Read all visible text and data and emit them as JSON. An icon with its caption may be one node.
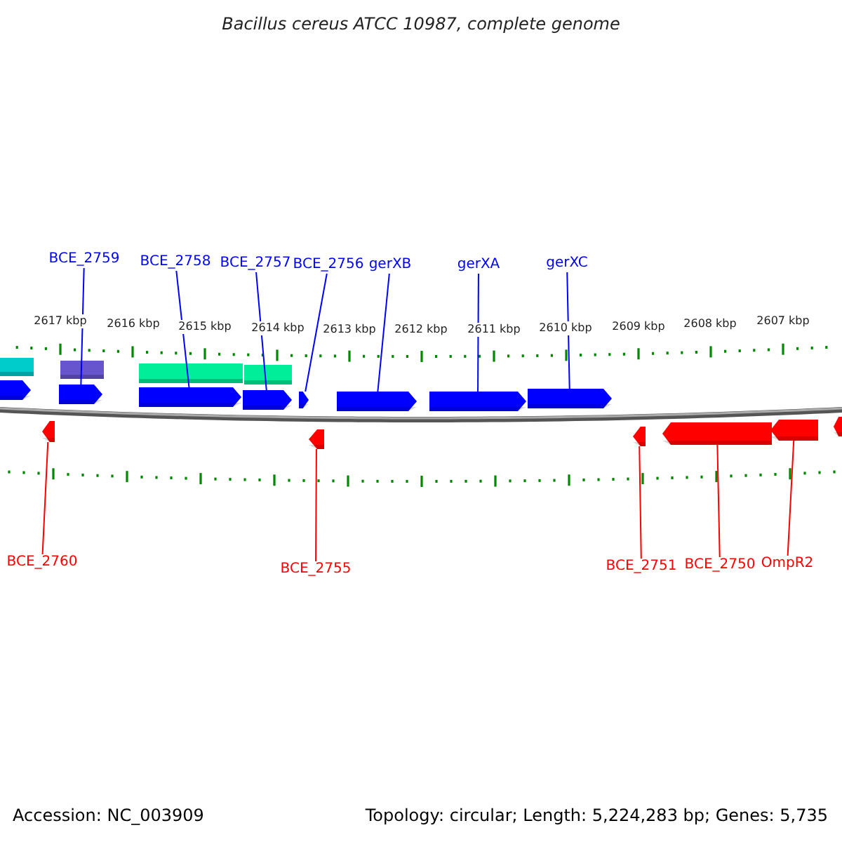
{
  "diagram": {
    "title": "Bacillus cereus ATCC 10987, complete genome",
    "nodes": [
      {
        "text": [
          "BCE_2759"
        ]
      },
      {
        "text": [
          "BCE_2758"
        ]
      },
      {
        "text": [
          "BCE_2757"
        ]
      },
      {
        "text": [
          "BCE_2756"
        ]
      },
      {
        "text": [
          "gerXB"
        ]
      },
      {
        "text": [
          "gerXA"
        ]
      },
      {
        "text": [
          "gerXC"
        ]
      },
      {
        "text": [],
        "shape": "bar"
      },
      {
        "text": [],
        "shape": "bar"
      },
      {
        "text": [],
        "shape": "bar"
      },
      {
        "text": [],
        "shape": "bar"
      },
      {
        "text": [],
        "shape": "bar"
      },
      {
        "text": [],
        "shape": "bar"
      },
      {
        "text": [],
        "shape": "bar"
      },
      {
        "text": [],
        "shape": "bar"
      },
      {
        "text": [],
        "shape": "bar"
      },
      {
        "text": [],
        "shape": "bar"
      },
      {
        "text": [],
        "shape": "bar"
      },
      {
        "text": [],
        "shape": "bar"
      },
      {
        "text": [
          "BCE_2760"
        ]
      },
      {
        "text": [
          "BCE_2755"
        ]
      },
      {
        "text": [
          "BCE_2751"
        ]
      },
      {
        "text": [
          "BCE_2750"
        ]
      },
      {
        "text": [
          "OmpR2"
        ]
      }
    ],
    "edges": [
      {
        "from": 0,
        "to": 7,
        "arrow": "none"
      },
      {
        "from": 1,
        "to": 8,
        "arrow": "none"
      },
      {
        "from": 2,
        "to": 9,
        "arrow": "none"
      },
      {
        "from": 3,
        "to": 10,
        "arrow": "none"
      },
      {
        "from": 4,
        "to": 11,
        "arrow": "none"
      },
      {
        "from": 5,
        "to": 12,
        "arrow": "none"
      },
      {
        "from": 6,
        "to": 13,
        "arrow": "none"
      },
      {
        "from": 19,
        "to": 14,
        "arrow": "none",
        "color": "#ff0000"
      },
      {
        "from": 20,
        "to": 15,
        "arrow": "none",
        "color": "#ff0000"
      },
      {
        "from": 21,
        "to": 16,
        "arrow": "none",
        "color": "#ff0000"
      },
      {
        "from": 22,
        "to": 17,
        "arrow": "none",
        "color": "#ff0000"
      },
      {
        "from": 23,
        "to": 18,
        "arrow": "none",
        "color": "#ff0000"
      }
    ],
    "labels": [
      "2617 kbp",
      "2616 kbp",
      "2615 kbp",
      "2614 kbp",
      "2613 kbp",
      "2612 kbp",
      "2611 kbp",
      "2610 kbp",
      "2609 kbp",
      "2608 kbp",
      "2607 kbp",
      "Accession: NC_003909",
      "Topology: circular; Length: 5,224,283 bp; Genes: 5,735"
    ]
  }
}
